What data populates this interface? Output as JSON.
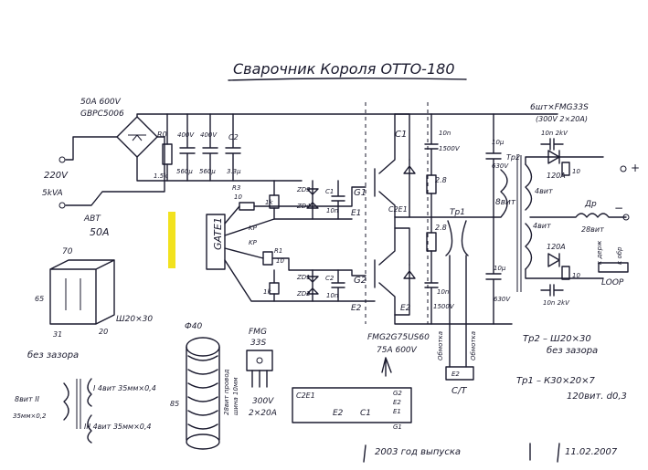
{
  "title": "Сварочник Короля ОТТО-180",
  "colors": {
    "ink": "#1a1a2e",
    "highlight": "#f2e21e",
    "paper": "#ffffff"
  },
  "input": {
    "bridge": "GBPC5006",
    "bridge_rating": "50A 600V",
    "mains": "220V",
    "power": "5kVA",
    "switch": "АВТ",
    "switch_rating": "50A"
  },
  "dc_bus": {
    "r": "R0",
    "r_value": "1.5k",
    "c1": "560µ",
    "c2": "560µ",
    "c_volt1": "400V",
    "c_volt2": "400V",
    "c3": "C2",
    "c3_value": "3.3µ"
  },
  "gate": {
    "label": "GATE1",
    "upper": {
      "r": "R3",
      "r_value": "10",
      "zd1": "ZD3",
      "zd2": "ZD4",
      "c": "C1",
      "c_value": "10n",
      "g": "G1",
      "e": "E1",
      "r_left": "1k"
    },
    "lower": {
      "r": "R1",
      "r_value": "10",
      "zd1": "ZD1",
      "zd2": "ZD2",
      "c": "C2",
      "c_value": "10n",
      "g": "G2",
      "e": "E2",
      "r_left": "1k"
    },
    "kp1": "KP",
    "kp2": "KP"
  },
  "module": {
    "c1": "C1",
    "c2e1": "C2E1",
    "e2": "E2",
    "snubber_c": "10n",
    "snubber_c_volt": "1500V",
    "snubber_r": "2.8",
    "part": "FMG2G75US60",
    "rating": "75A 600V"
  },
  "output_caps": {
    "c1": "10µ",
    "c1_volt": "630V",
    "c2": "10µ",
    "c2_volt": "630V"
  },
  "transformer": {
    "tr2": "Тр2",
    "primary": "8вит",
    "tr1": "Тр1"
  },
  "rectifier": {
    "header": "6шт×FMG33S",
    "header2": "(300V 2×20A)",
    "snub1": "10n 2kV",
    "snub2": "10n 2kV",
    "r1": "10",
    "r2": "10",
    "d1": "120A",
    "d2": "120A",
    "w1": "4вит",
    "w2": "4вит",
    "choke": "Др",
    "choke_turns": "28вит",
    "out_plus": "+",
    "out_minus": "−",
    "side1": "к держ",
    "side2": "к обр",
    "loop": "LOOP"
  },
  "core_sketch": {
    "dim1": "70",
    "dim2": "65",
    "dim3": "31",
    "dim4": "20",
    "note": "Ш20×30",
    "gap": "без зазора"
  },
  "windings_sketch": {
    "w2": "8вит II",
    "w2_wire": "35мм×0,2",
    "w1": "I 4вит 35мм×0,4",
    "w3": "III 4вит 35мм×0,4"
  },
  "choke_sketch": {
    "diameter": "Ф40",
    "length": "85",
    "note1": "28вит провод",
    "note2": "шина 10мм"
  },
  "diode_sketch": {
    "name": "FMG",
    "name2": "33S",
    "rating1": "300V",
    "rating2": "2×20A"
  },
  "board_sketch": {
    "l1": "C2E1",
    "l2": "E2",
    "l3": "C1",
    "l4": "G2",
    "l5": "E2",
    "l6": "E1",
    "l7": "G1"
  },
  "ct": {
    "label": "C/T",
    "w1": "Обмотка",
    "w2": "Обмотка"
  },
  "notes": {
    "tr2": "Тр2 – Ш20×30",
    "tr2_gap": "без зазора",
    "tr1": "Тр1 – К30×20×7",
    "tr1_turns": "120вит. d0,3",
    "year": "2003 год выпуска",
    "date": "11.02.2007"
  }
}
